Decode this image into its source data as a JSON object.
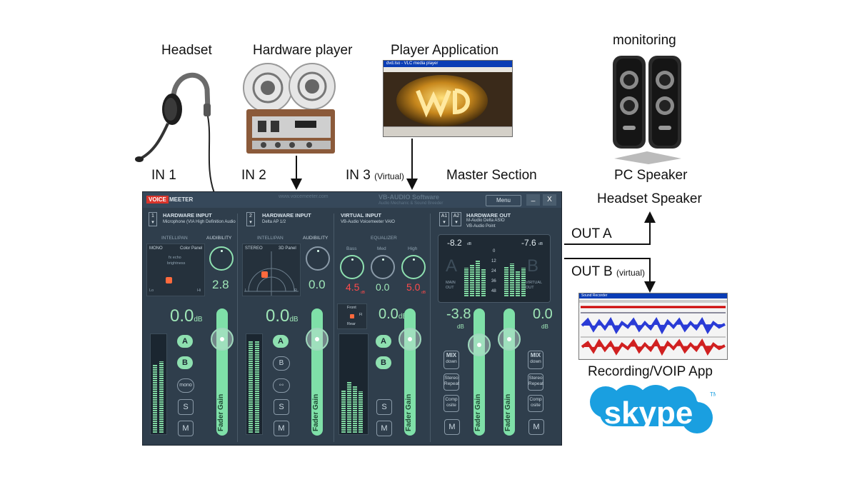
{
  "labels": {
    "headset": "Headset",
    "hardware_player": "Hardware player",
    "player_application": "Player Application",
    "monitoring": "monitoring",
    "in1": "IN 1",
    "in2": "IN 2",
    "in3": "IN 3",
    "in3_note": "(Virtual)",
    "master_section": "Master Section",
    "pc_speaker": "PC Speaker",
    "headset_speaker": "Headset Speaker",
    "out_a": "OUT A",
    "out_b": "OUT B",
    "out_b_note": "(virtual)",
    "recording_app": "Recording/VOIP  App",
    "skype": "skype",
    "skype_tm": "TM"
  },
  "vm": {
    "logo_voice": "VOICE",
    "logo_meeter": "MEETER",
    "menu": "Menu",
    "minimize": "_",
    "close": "X",
    "strip1": {
      "num": "1",
      "title": "HARDWARE INPUT",
      "device": "Microphone (VIA High Definition Audio",
      "intellipan": "INTELLIPAN",
      "audibility": "AUDIBILITY",
      "mode": "MONO",
      "panel": "Color Panel",
      "fx": "fx echo",
      "bright": "brightness",
      "lo": "Lo",
      "hi": "Hi",
      "knob_value": "2.8",
      "gain": "0.0",
      "db": "dB",
      "a": "A",
      "b": "B",
      "mono": "mono",
      "s": "S",
      "m": "M",
      "fader": "Fader Gain"
    },
    "strip2": {
      "num": "2",
      "title": "HARDWARE INPUT",
      "device": "Delta AP 1/2",
      "intellipan": "INTELLIPAN",
      "audibility": "AUDIBILITY",
      "mode": "STEREO",
      "panel": "3D Panel",
      "l": "L",
      "r": "R",
      "knob_value": "0.0",
      "gain": "0.0",
      "db": "dB",
      "a": "A",
      "b": "B",
      "s": "S",
      "m": "M",
      "fader": "Fader Gain"
    },
    "strip3": {
      "title": "VIRTUAL INPUT",
      "device": "VB-Audio Voicemeeter VAIO",
      "equalizer": "EQUALIZER",
      "bass": "Bass",
      "med": "Med",
      "high": "High",
      "bass_val": "4.5",
      "med_val": "0.0",
      "high_val": "5.0",
      "db": "dB",
      "front": "Front",
      "rear": "Rear",
      "fl": "Fl",
      "gain": "0.0",
      "a": "A",
      "b": "B",
      "s": "S",
      "m": "M",
      "fader": "Fader Gain"
    },
    "master": {
      "a1": "A1",
      "a2": "A2",
      "title": "HARDWARE OUT",
      "device1": "M-Audio Delta ASIO",
      "device2": "VB-Audio Point",
      "left_db": "-8.2",
      "right_db": "-7.6",
      "db": "dB",
      "a_big": "A",
      "b_big": "B",
      "main_out": "MAIN OUT",
      "virtual_out": "VIRTUAL OUT",
      "scale": [
        "0",
        "12",
        "24",
        "36",
        "48"
      ],
      "gain_a": "-3.8",
      "gain_b": "0.0",
      "mix": "MIX",
      "down": "down",
      "stereo": "Stereo",
      "repeat": "Repeat",
      "comp": "Comp",
      "osite": "osite",
      "m": "M",
      "fader": "Fader Gain"
    },
    "watermark1": "www.voicemeeter.com",
    "watermark2": "VB-AUDIO Software",
    "watermark3": "Audio Mechanic & Sound Breeder"
  },
  "player_window": {
    "title": "dvd.Iso - VLC media player"
  },
  "recorder_window": {
    "title": "Sound Recorder"
  },
  "colors": {
    "panel": "#2f3e4c",
    "accent": "#8ee0b0",
    "value_red": "#ff4b4b",
    "skype_blue": "#1a9fe0"
  }
}
